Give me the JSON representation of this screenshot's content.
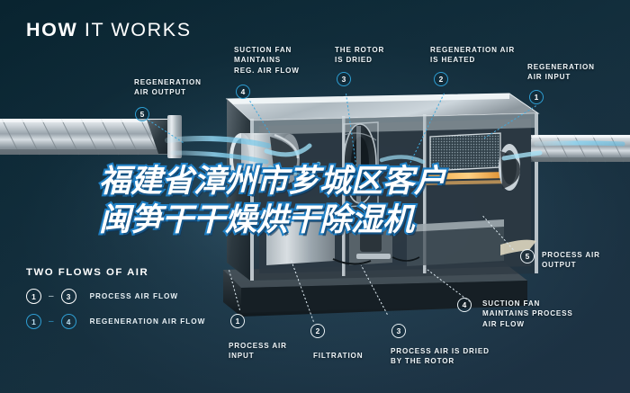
{
  "header": {
    "title_bold": "HOW",
    "title_light": " IT WORKS"
  },
  "watermark": {
    "text": "福建省漳州市芗城区客户\n闽笋干干燥烘干除湿机"
  },
  "callouts": [
    {
      "id": "regeneration-air-output",
      "number": "5",
      "label": "REGENERATION\nAIR OUTPUT",
      "color": "blue"
    },
    {
      "id": "suction-fan-reg-air-flow",
      "number": "4",
      "label": "SUCTION FAN\nMAINTAINS\nREG. AIR FLOW",
      "color": "blue"
    },
    {
      "id": "the-rotor-is-dried",
      "number": "3",
      "label": "THE ROTOR\nIS DRIED",
      "color": "blue"
    },
    {
      "id": "regeneration-air-is-heated",
      "number": "2",
      "label": "REGENERATION AIR\nIS HEATED",
      "color": "blue"
    },
    {
      "id": "regeneration-air-input",
      "number": "1",
      "label": "REGENERATION\nAIR INPUT",
      "color": "blue"
    },
    {
      "id": "process-air-output",
      "number": "5",
      "label": "PROCESS AIR\nOUTPUT",
      "color": "white"
    },
    {
      "id": "suction-fan-process-air-flow",
      "number": "4",
      "label": "SUCTION FAN\nMAINTAINS PROCESS\nAIR FLOW",
      "color": "white"
    },
    {
      "id": "process-air-input",
      "number": "1",
      "label": "PROCESS AIR\nINPUT",
      "color": "white"
    },
    {
      "id": "filtration",
      "number": "2",
      "label": "FILTRATION",
      "color": "white"
    },
    {
      "id": "process-air-dried-by-rotor",
      "number": "3",
      "label": "PROCESS AIR IS DRIED\nBY THE ROTOR",
      "color": "white"
    }
  ],
  "legend": {
    "title": "TWO FLOWS OF AIR",
    "rows": [
      {
        "from": "1",
        "dash": "–",
        "to": "3",
        "text": "PROCESS AIR FLOW",
        "color": "white"
      },
      {
        "from": "1",
        "dash": "–",
        "to": "4",
        "text": "REGENERATION AIR FLOW",
        "color": "blue"
      }
    ]
  },
  "colors": {
    "background_dark": "#092430",
    "background_light": "#1e3244",
    "accent_blue": "#2f9ed3",
    "airflow_blue": "#7ec8e8",
    "text_white": "#eef4f7",
    "watermark_stroke": "#1f7fc4"
  },
  "illustration": {
    "name": "desiccant-dehumidifier-cutaway",
    "description": "industrial desiccant dehumidifier machine cutaway with spiral ducts and blue airflow arrows"
  }
}
